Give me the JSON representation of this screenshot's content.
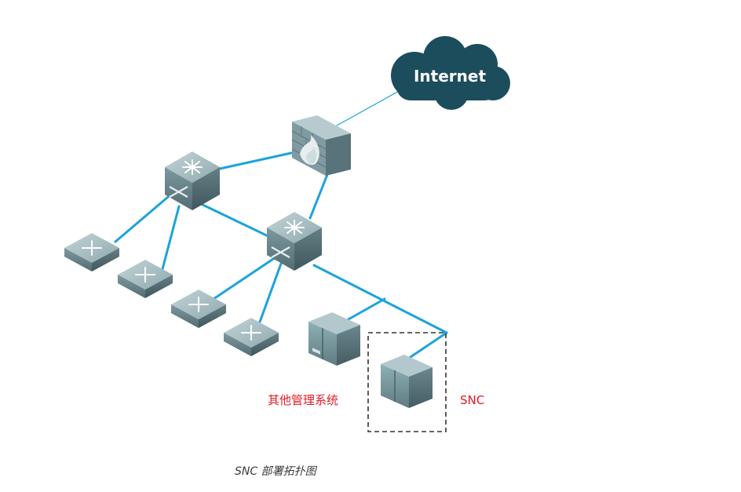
{
  "diagram": {
    "cloud_label": "Internet",
    "other_mgmt_label": "其他管理系统",
    "snc_label": "SNC",
    "caption": "SNC 部署拓扑图"
  },
  "colors": {
    "link": "#1ba3dc",
    "cloud": "#1c4d5c",
    "device_top": "#a9bfc4",
    "device_side": "#6d8a90",
    "label_red": "#e31b23"
  },
  "icons": {
    "cloud": "internet-cloud-icon",
    "firewall": "firewall-icon",
    "core_switch": "core-switch-icon",
    "access_switch": "access-switch-icon",
    "server": "server-icon"
  }
}
